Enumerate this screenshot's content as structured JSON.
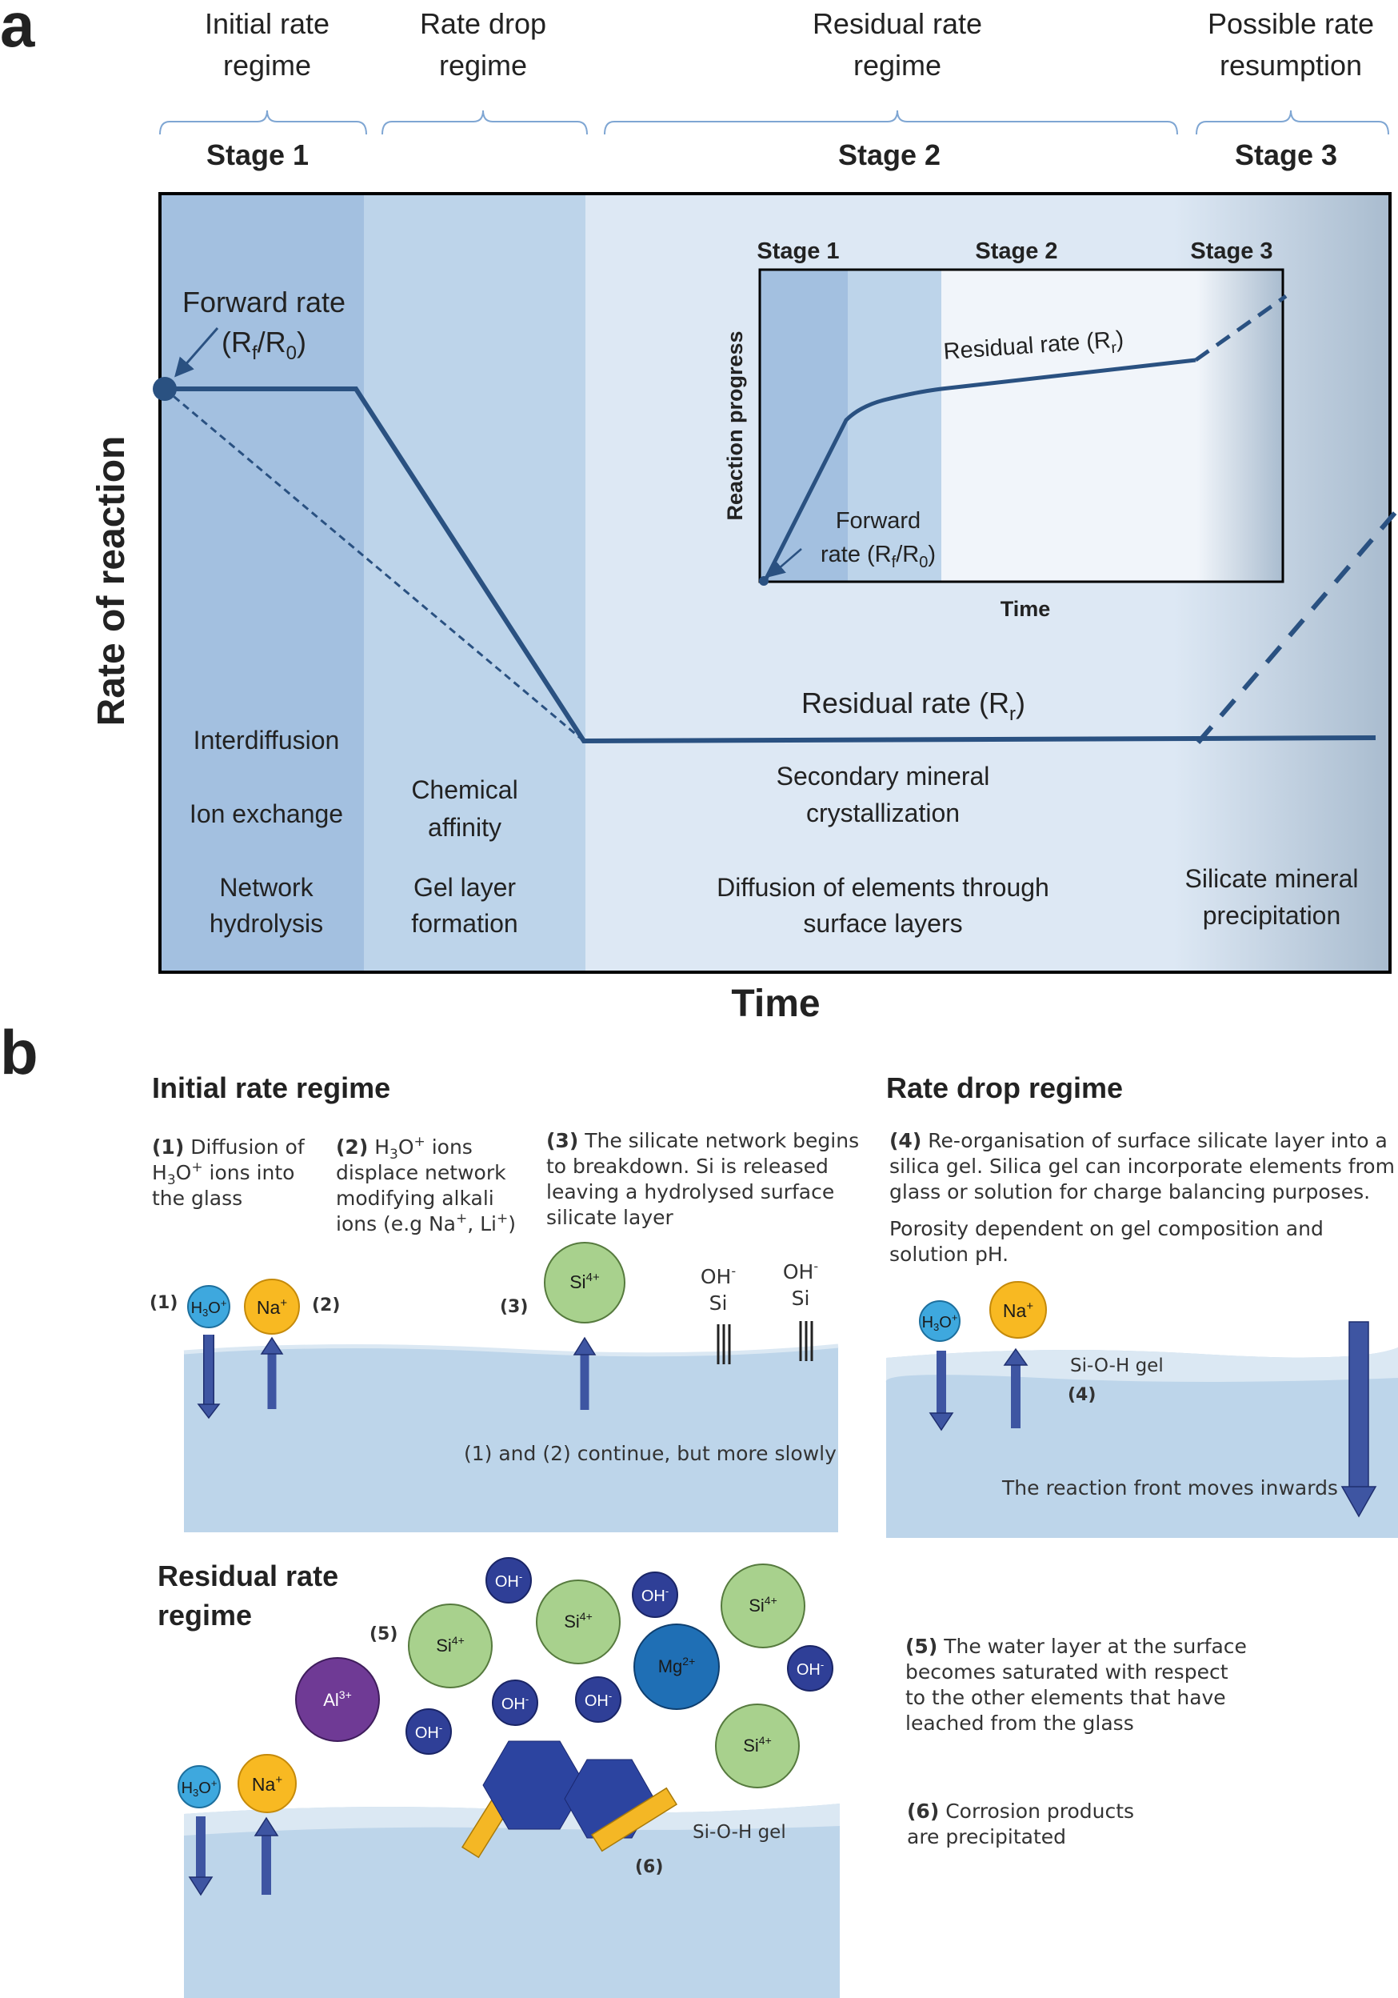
{
  "panel_a": {
    "letter": "a",
    "regimes": [
      {
        "line1": "Initial rate",
        "line2": "regime"
      },
      {
        "line1": "Rate drop",
        "line2": "regime"
      },
      {
        "line1": "Residual rate",
        "line2": "regime"
      },
      {
        "line1": "Possible rate",
        "line2": "resumption"
      }
    ],
    "stages": [
      "Stage 1",
      "Stage 2",
      "Stage 3"
    ],
    "y_axis_label": "Rate of reaction",
    "x_axis_label": "Time",
    "forward_rate": {
      "label": "Forward rate",
      "sym_base": "(R",
      "sym_sub1": "f",
      "sym_slash": "/R",
      "sym_sub2": "0",
      "sym_close": ")"
    },
    "residual_rate": {
      "label": "Residual rate (R",
      "sub": "r",
      "close": ")"
    },
    "processes": {
      "stage1": [
        "Interdiffusion",
        "Ion exchange",
        "Network",
        "hydrolysis"
      ],
      "drop": [
        "Chemical",
        "affinity",
        "Gel layer",
        "formation"
      ],
      "residual": [
        "Secondary mineral",
        "crystallization",
        "Diffusion of elements through",
        "surface layers"
      ],
      "resumption": [
        "Silicate mineral",
        "precipitation"
      ]
    },
    "inset": {
      "stages": [
        "Stage 1",
        "Stage 2",
        "Stage 3"
      ],
      "y_label": "Reaction progress",
      "x_label": "Time",
      "residual": {
        "label": "Residual rate (R",
        "sub": "r",
        "close": ")"
      },
      "forward": {
        "line1": "Forward",
        "line2": "rate (R",
        "sub1": "f",
        "mid": "/R",
        "sub2": "0",
        "close": ")"
      }
    },
    "colors": {
      "stage1": "#a3c0e0",
      "drop": "#bdd4ea",
      "residual": "#dde8f4",
      "line": "#2a5181"
    }
  },
  "panel_b": {
    "letter": "b",
    "initial_title": "Initial rate regime",
    "drop_title": "Rate drop regime",
    "residual_title_1": "Residual rate",
    "residual_title_2": "regime",
    "step1": {
      "num": "(1)",
      "l1": " Diffusion of",
      "l2a": "H",
      "l2sub": "3",
      "l2b": "O",
      "l2sup": "+",
      "l2c": " ions into",
      "l3": "the glass"
    },
    "step2": {
      "num": "(2)",
      "l1a": " H",
      "l1sub": "3",
      "l1b": "O",
      "l1sup": "+",
      "l1c": " ions",
      "l2": "displace network",
      "l3": "modifying alkali",
      "l4a": "ions (e.g Na",
      "l4sup1": "+",
      "l4b": ", Li",
      "l4sup2": "+",
      "l4c": ")"
    },
    "step3": {
      "num": "(3)",
      "l1": " The silicate network begins",
      "l2": "to breakdown. Si is released",
      "l3": "leaving a hydrolysed  surface",
      "l4": "silicate layer"
    },
    "step4": {
      "num": "(4)",
      "l1": " Re-organisation of surface silicate layer into a",
      "l2": "silica gel. Silica gel can incorporate elements from",
      "l3": "glass or solution for charge balancing purposes.",
      "l4": "Porosity dependent on gel composition and",
      "l5": "solution pH."
    },
    "step5": {
      "num": "(5)",
      "l1": " The water layer at the surface",
      "l2": "becomes saturated with respect",
      "l3": "to the other elements that have",
      "l4": "leached from the glass"
    },
    "step6": {
      "num": "(6)",
      "l1": " Corrosion products",
      "l2": "are precipitated"
    },
    "labels": {
      "n1": "(1)",
      "n2": "(2)",
      "n3": "(3)",
      "n4": "(4)",
      "n5": "(5)",
      "n6": "(6)",
      "continue_note": "(1) and (2) continue, but more slowly",
      "front_note": "The reaction front moves inwards",
      "gel": "Si-O-H gel",
      "oh": "OH",
      "minus": "-",
      "si": "Si"
    },
    "ions": {
      "h3o_base": "H",
      "h3o_sub": "3",
      "h3o_mid": "O",
      "h3o_sup": "+",
      "na": "Na",
      "na_sup": "+",
      "si": "Si",
      "si_sup": "4+",
      "al": "Al",
      "al_sup": "3+",
      "mg": "Mg",
      "mg_sup": "2+",
      "oh": "OH",
      "oh_sup": "-"
    },
    "colors": {
      "water": "#bdd5ea",
      "gel": "#dbe8f3",
      "arrow": "#3e55a2",
      "h3o": "#3ea8de",
      "na": "#f8b922",
      "si": "#a8d18d",
      "al": "#6f3a95",
      "mg": "#1f6fb5",
      "oh": "#2f3f97",
      "corrosion": "#2c44a0",
      "rod": "#f4b725"
    }
  }
}
